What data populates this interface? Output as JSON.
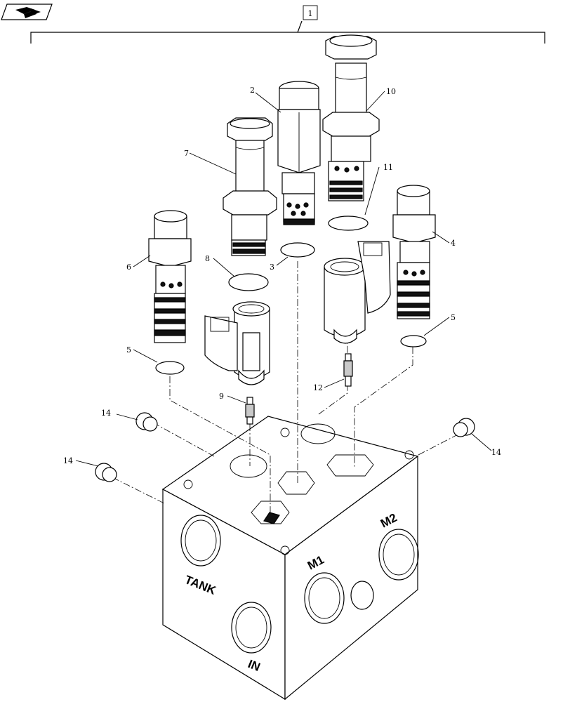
{
  "nav_icon": "book-arrow-icon",
  "assembly_callout": "1",
  "callouts": {
    "c2": "2",
    "c3": "3",
    "c4": "4",
    "c5a": "5",
    "c5b": "5",
    "c6": "6",
    "c7": "7",
    "c8": "8",
    "c9": "9",
    "c10": "10",
    "c11": "11",
    "c12": "12",
    "c14a": "14",
    "c14b": "14",
    "c14c": "14"
  },
  "ports": {
    "tank": "TANK",
    "in": "IN",
    "m1": "M1",
    "m2": "M2"
  }
}
